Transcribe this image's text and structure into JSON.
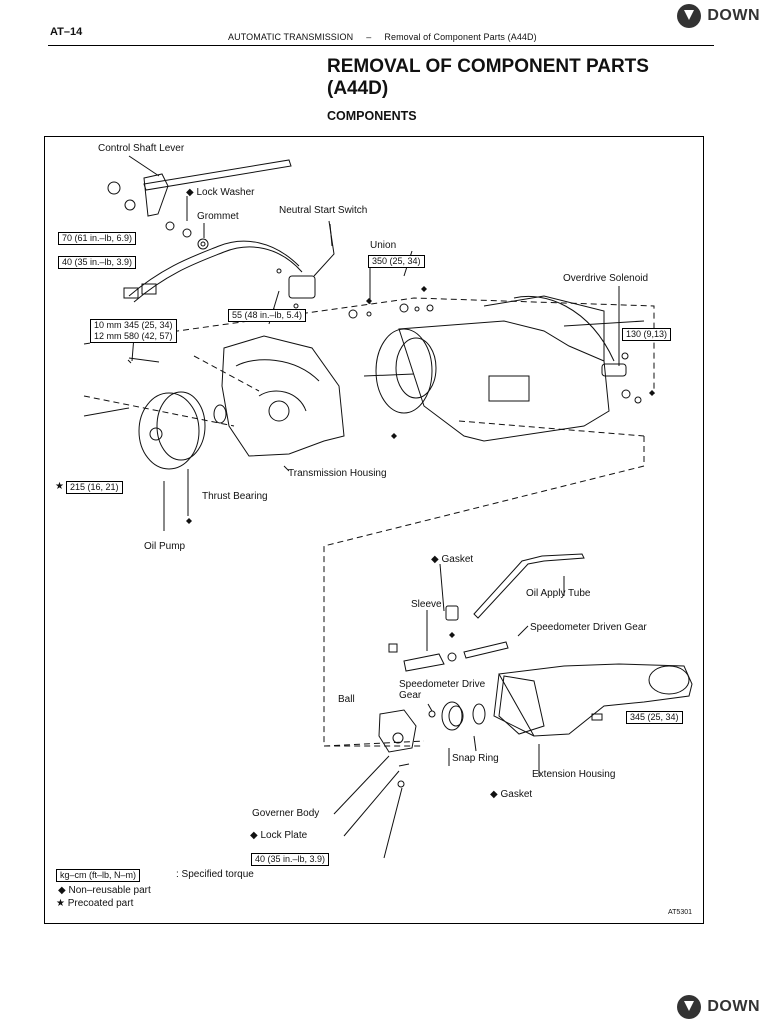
{
  "header": {
    "page_id": "AT–14",
    "section": "AUTOMATIC TRANSMISSION",
    "dash": "–",
    "topic": "Removal of Component Parts (A44D)",
    "logo_text": "DOWN",
    "logo_icon": "download-arrow-icon"
  },
  "title": {
    "line1": "REMOVAL OF COMPONENT PARTS",
    "line2": "(A44D)"
  },
  "subtitle": "COMPONENTS",
  "labels": {
    "control_shaft_lever": "Control Shaft Lever",
    "lock_washer": "Lock Washer",
    "grommet": "Grommet",
    "neutral_start_switch": "Neutral Start Switch",
    "union": "Union",
    "overdrive_solenoid": "Overdrive Solenoid",
    "transmission_housing": "Transmission Housing",
    "thrust_bearing": "Thrust Bearing",
    "oil_pump": "Oil Pump",
    "gasket_top": "Gasket",
    "oil_apply_tube": "Oil Apply Tube",
    "sleeve": "Sleeve",
    "speedometer_driven_gear": "Speedometer Driven Gear",
    "speedometer_drive_gear_1": "Speedometer Drive",
    "speedometer_drive_gear_2": "Gear",
    "ball": "Ball",
    "snap_ring": "Snap Ring",
    "extension_housing": "Extension Housing",
    "gasket_bottom": "Gasket",
    "governer_body": "Governer Body",
    "lock_plate": "Lock Plate"
  },
  "torques": {
    "t70": "70 (61 in.–lb, 6.9)",
    "t40a": "40 (35 in.–lb, 3.9)",
    "t350": "350 (25, 34)",
    "t55": "55 (48 in.–lb, 5.4)",
    "t10mm": "10 mm 345 (25, 34)",
    "t12mm": "12 mm 580 (42, 57)",
    "t130": "130 (9,13)",
    "t215": "215 (16, 21)",
    "t345": "345 (25, 34)",
    "t40b": "40 (35 in.–lb, 3.9)"
  },
  "legend": {
    "unit_box": "kg–cm (ft–lb, N–m)",
    "unit_desc": ": Specified torque",
    "nonreusable": "Non–reusable part",
    "precoated": "Precoated part",
    "diamond": "◆",
    "star": "★"
  },
  "figure_code": "AT5301"
}
